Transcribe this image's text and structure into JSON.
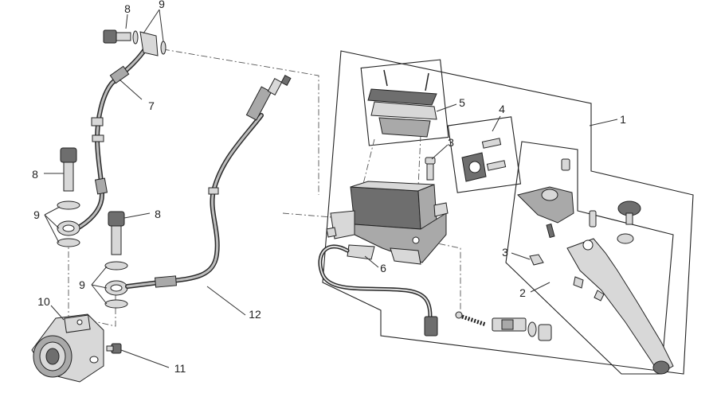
{
  "callouts": [
    {
      "id": "c8a",
      "text": "8"
    },
    {
      "id": "c9a",
      "text": "9"
    },
    {
      "id": "c7",
      "text": "7"
    },
    {
      "id": "c8b",
      "text": "8"
    },
    {
      "id": "c9b",
      "text": "9"
    },
    {
      "id": "c8c",
      "text": "8"
    },
    {
      "id": "c9c",
      "text": "9"
    },
    {
      "id": "c10",
      "text": "10"
    },
    {
      "id": "c11",
      "text": "11"
    },
    {
      "id": "c12",
      "text": "12"
    },
    {
      "id": "c1",
      "text": "1"
    },
    {
      "id": "c2",
      "text": "2"
    },
    {
      "id": "c3a",
      "text": "3"
    },
    {
      "id": "c3b",
      "text": "3"
    },
    {
      "id": "c4",
      "text": "4"
    },
    {
      "id": "c5",
      "text": "5"
    },
    {
      "id": "c6",
      "text": "6"
    }
  ],
  "colors": {
    "line": "#222222",
    "part_fill": "#d8d8d8",
    "part_dark": "#6e6e6e",
    "background": "#ffffff"
  }
}
